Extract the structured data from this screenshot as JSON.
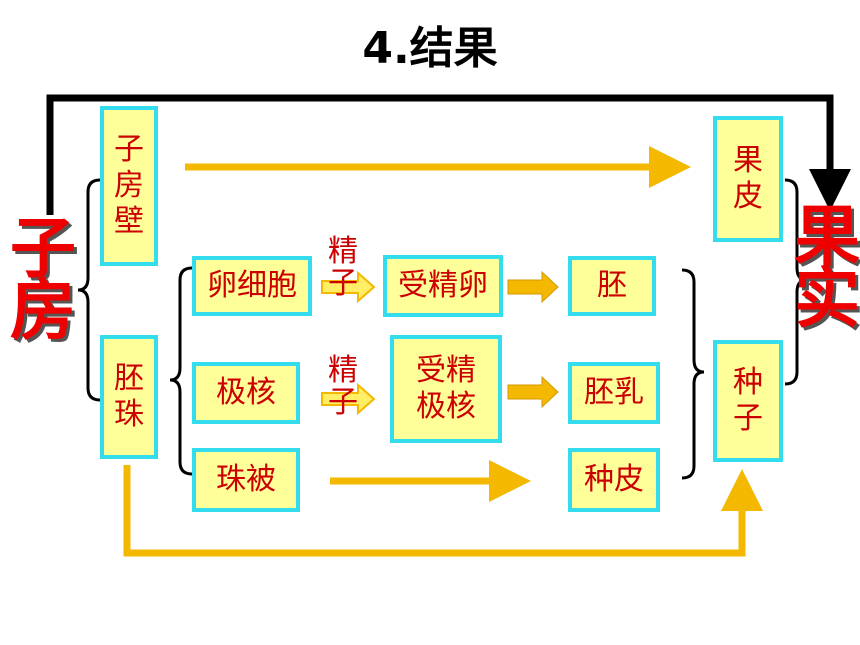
{
  "title": "4.结果",
  "ovary": {
    "label_line1": "子",
    "label_line2": "房"
  },
  "fruit": {
    "label_line1": "果",
    "label_line2": "实"
  },
  "boxes": {
    "ovary_wall": {
      "line1": "子",
      "line2": "房",
      "line3": "壁"
    },
    "ovule": {
      "line1": "胚",
      "line2": "珠"
    },
    "egg_cell": "卵细胞",
    "polar_nuclei": "极核",
    "integument": "珠被",
    "fertilized_egg": "受精卵",
    "fertilized_polar": {
      "line1": "受精",
      "line2": "极核"
    },
    "embryo": "胚",
    "endosperm": "胚乳",
    "seed_coat": "种皮",
    "pericarp": {
      "line1": "果",
      "line2": "皮"
    },
    "seed": {
      "line1": "种",
      "line2": "子"
    }
  },
  "sperm_labels": [
    {
      "line1": "精",
      "line2": "子"
    },
    {
      "line1": "精",
      "line2": "子"
    }
  ],
  "colors": {
    "arrow_gold": "#f5b800",
    "bracket": "#000000",
    "box_fill": "#ffff99",
    "box_border": "#33ddee",
    "text_red": "#cc0000"
  }
}
